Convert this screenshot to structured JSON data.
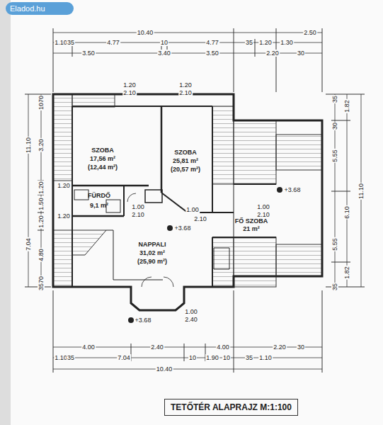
{
  "diagram": {
    "title": "TETŐTÉR ALAPRAJZ M:1:100",
    "labels": [
      "Eladod.hu",
      "10.40",
      "2.50",
      "1.10",
      "35",
      "4.77",
      "10",
      "4.77",
      "35",
      "1.20",
      "1.30",
      "3.50",
      "3.40",
      "3.50",
      "2.20",
      "30",
      "1.20",
      "2.10",
      "1.20",
      "2.10",
      "70",
      "10",
      "3.20",
      "1.20",
      "1.50",
      "1.20",
      "4.80",
      "70",
      "35",
      "11.10",
      "7.04",
      "35",
      "1.82",
      "30",
      "5.55",
      "11.10",
      "6.10",
      "5.55",
      "1.82",
      "35",
      "SZOBA",
      "17,56 m²",
      "(12,44 m²)",
      "SZOBA",
      "25,81 m²",
      "(20,57 m²)",
      "FÜRDŐ",
      "9,1 m²",
      "FŐ SZOBA",
      "21 m²",
      "NAPPALI",
      "31,02 m²",
      "(25,90 m²)",
      "+3.68",
      "+3.68",
      "+3.68",
      "1.00",
      "2.10",
      "1.00",
      "2.10",
      "1.20",
      "1.20",
      "1.00",
      "2.10",
      "1.00",
      "2.40",
      "4.00",
      "2.40",
      "4.00",
      "2.20",
      "30",
      "1.10",
      "35",
      "7.04",
      "10",
      "1.90",
      "10",
      "35",
      "1.10",
      "10.40"
    ]
  }
}
